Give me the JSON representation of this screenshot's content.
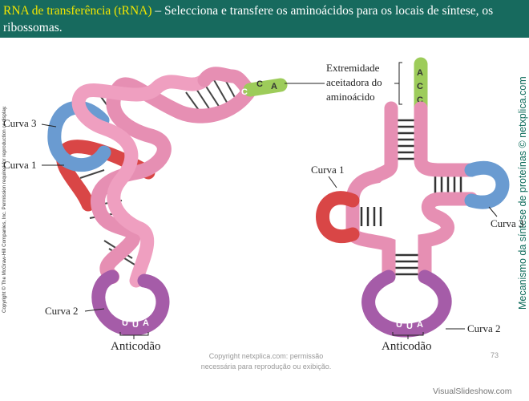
{
  "header": {
    "title_highlight": "RNA de transferência (tRNA)",
    "title_rest": " – Selecciona e transfere os aminoácidos para os locais de síntese, os ribossomas."
  },
  "labels": {
    "curva1_left": "Curva 1",
    "curva2_left": "Curva 2",
    "curva3_left": "Curva 3",
    "curva1_right": "Curva 1",
    "curva2_right": "Curva 2",
    "curva3_right": "Curva 3",
    "anticodao_left": "Anticodão",
    "anticodao_right": "Anticodão",
    "extremidade_line1": "Extremidade",
    "extremidade_line2": "aceitadora do",
    "extremidade_line3": "aminoácido"
  },
  "nucleotides": {
    "cca_left": [
      "C",
      "C",
      "A"
    ],
    "acc_right": [
      "A",
      "C",
      "C"
    ],
    "uua_left": [
      "U",
      "U",
      "A"
    ],
    "uua_right": [
      "U",
      "U",
      "A"
    ]
  },
  "side_text": "Mecanismo da síntese de proteínas © netxplica.com",
  "copyright_text": "Copyright © The McGraw-Hill Companies, Inc. Permission required for reproduction or display.",
  "footer": {
    "line1": "Copyright netxplica.com: permissão",
    "line2": "necessária para reprodução ou exibição.",
    "page_number": "73"
  },
  "watermark": "VisualSlideshow.com",
  "colors": {
    "header_bg": "#176a5e",
    "title_highlight": "#f2e600",
    "strand_pink": "#e68fb3",
    "loop_red": "#d94646",
    "loop_blue": "#6a9bd1",
    "loop_purple": "#a55ca8",
    "acceptor_green": "#9dcc5a",
    "side_text": "#0b6a5a"
  }
}
